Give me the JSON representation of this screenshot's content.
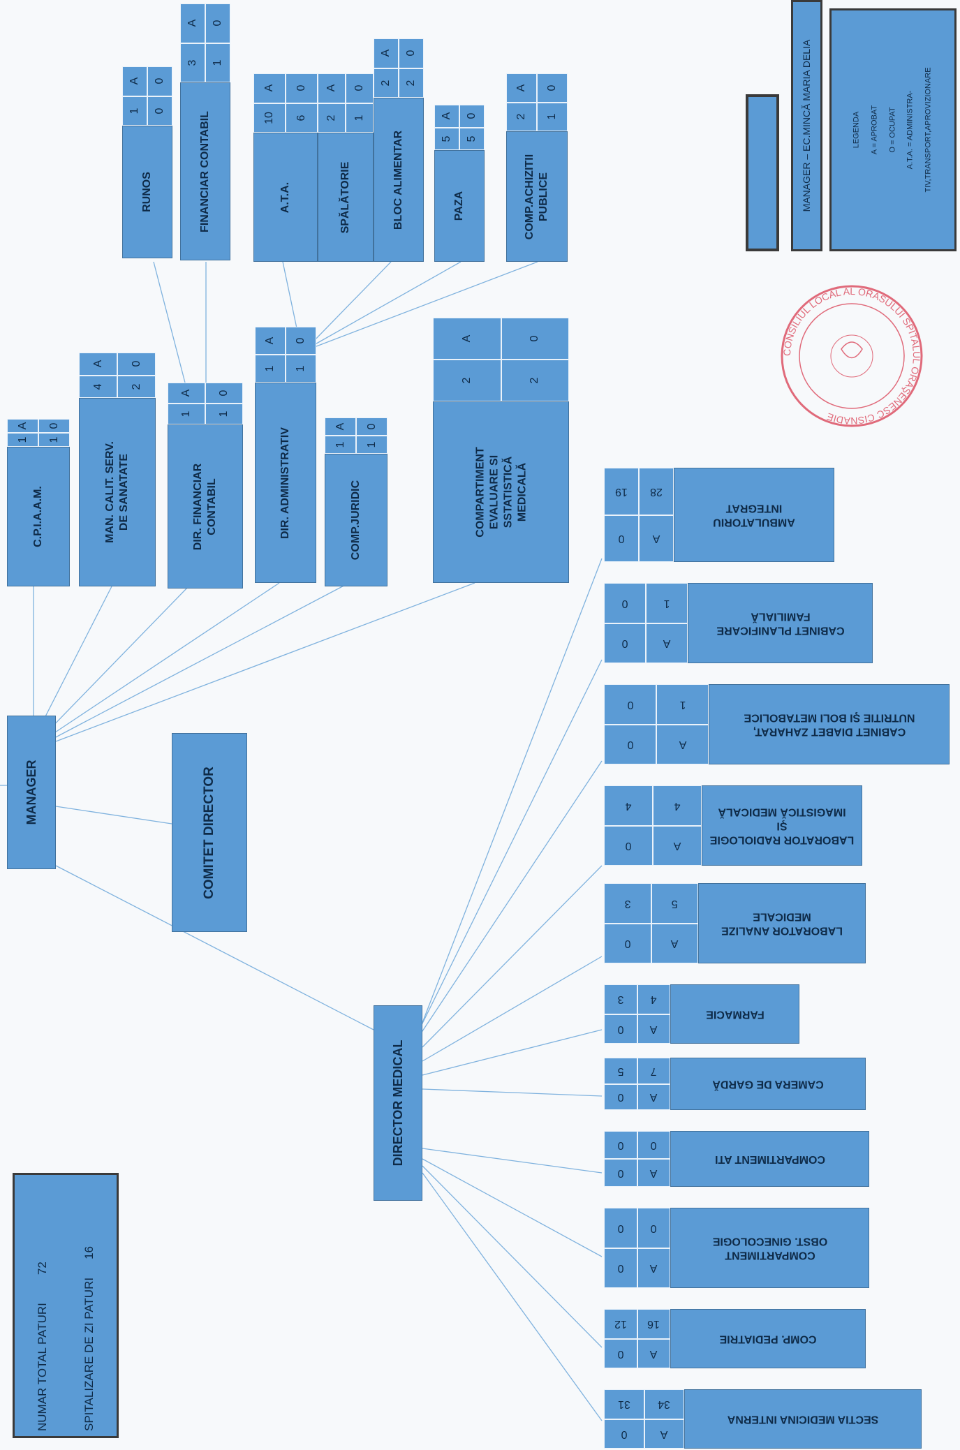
{
  "total_beds": {
    "label": "NUMAR TOTAL PATURI",
    "value": "72"
  },
  "day_beds": {
    "label": "SPITALIZARE DE ZI PATURI",
    "value": "16"
  },
  "manager_box": "MANAGER",
  "comitet_box": "COMITET DIRECTOR",
  "director_medical_box": "DIRECTOR MEDICAL",
  "admin_units": [
    {
      "name": "C.P.I.A.A.M.",
      "a": "1",
      "o": "1"
    },
    {
      "name": "MAN. CALIT. SERV.\nDE SANATATE",
      "a": "4",
      "o": "2"
    },
    {
      "name": "DIR. FINANCIAR\nCONTABIL",
      "a": "1",
      "o": "1"
    },
    {
      "name": "DIR. ADMINISTRATIV",
      "a": "1",
      "o": "1"
    },
    {
      "name": "COMP.JURIDIC",
      "a": "1",
      "o": "1"
    },
    {
      "name": "COMPARTIMENT\nEVALUARE SI\nSSTATISTICĂ\nMEDICALĂ",
      "a": "2",
      "o": "2"
    }
  ],
  "support_units": [
    {
      "name": "RUNOS",
      "a": "1",
      "o": "0"
    },
    {
      "name": "FINANCIAR CONTABIL",
      "a": "3",
      "o": "1"
    },
    {
      "name": "A.T.A.",
      "a": "10",
      "o": "6"
    },
    {
      "name": "SPĂLĂTORIE",
      "a": "2",
      "o": "1"
    },
    {
      "name": "BLOC ALIMENTAR",
      "a": "2",
      "o": "2"
    },
    {
      "name": "PAZA",
      "a": "5",
      "o": "5"
    },
    {
      "name": "COMP.ACHIZITII\nPUBLICE",
      "a": "2",
      "o": "1"
    }
  ],
  "medical_units": [
    {
      "name": "AMBULATORIU\nINTEGRAT",
      "a": "28",
      "o": "19"
    },
    {
      "name": "CABINET PLANIFICARE\nFAMILIALĂ",
      "a": "1",
      "o": "0"
    },
    {
      "name": "CABINET DIABET ZAHARAT,\nNUTRITIE ŞI BOLI METABOLICE",
      "a": "1",
      "o": "0"
    },
    {
      "name": "LABORATOR RADIOLOGIE ŞI\nIMAGISTICĂ MEDICALĂ",
      "a": "4",
      "o": "4"
    },
    {
      "name": "LABORATOR ANALIZE\nMEDICALE",
      "a": "5",
      "o": "3"
    },
    {
      "name": "FARMACIE",
      "a": "4",
      "o": "3"
    },
    {
      "name": "CAMERA DE GARDĂ",
      "a": "7",
      "o": "5"
    },
    {
      "name": "COMPARTIMENT ATI",
      "a": "0",
      "o": "0"
    },
    {
      "name": "COMPARTIMENT\nOBST. GINECOLOGIE",
      "a": "0",
      "o": "0"
    },
    {
      "name": "COMP. PEDIATRIE",
      "a": "16",
      "o": "12"
    },
    {
      "name": "SECTIA MEDICINA INTERNA",
      "a": "34",
      "o": "31"
    }
  ],
  "letter_a": "A",
  "letter_o": "0",
  "manager_name": "MANAGER – EC.MINCĂ MARIA DELIA",
  "legend": {
    "title": "LEGENDA",
    "line1": "A = APROBAT",
    "line2": "O = OCUPAT",
    "line3": "A.T.A. = ADMINISTRA-",
    "line4": "TIV,TRANSPORT,APROVIZIONARE"
  },
  "stamp_text": "CONSILIUL LOCAL AL ORASULUI SPITALUL ORĂŞENESC CISNĂDIE",
  "colors": {
    "box": "#5b9bd5",
    "border": "#41719c",
    "line": "#7fb2de",
    "stamp": "#e06a7a"
  }
}
